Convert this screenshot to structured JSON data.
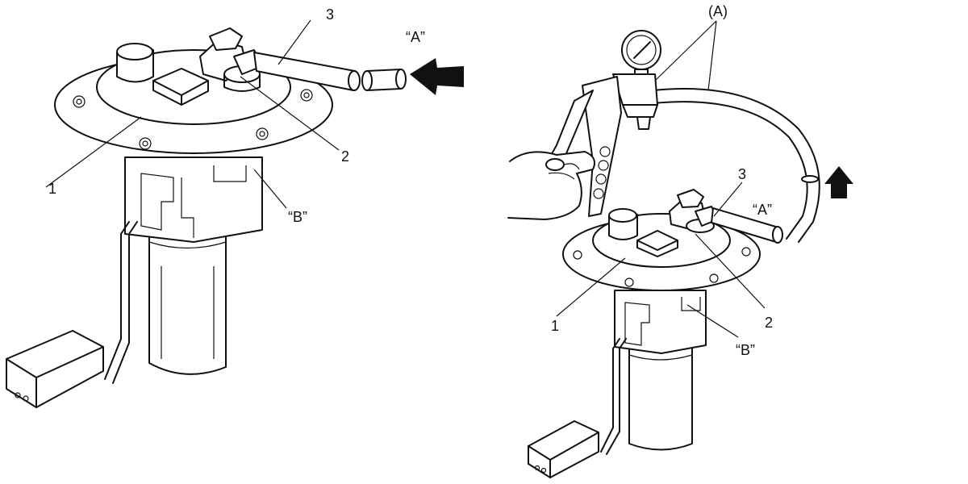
{
  "left_figure": {
    "callout_1": "1",
    "callout_2": "2",
    "callout_3": "3",
    "label_A": "“A”",
    "label_B": "“B”"
  },
  "right_figure": {
    "callout_1": "1",
    "callout_2": "2",
    "callout_3": "3",
    "label_A": "“A”",
    "label_B": "“B”",
    "label_tool": "(A)"
  }
}
